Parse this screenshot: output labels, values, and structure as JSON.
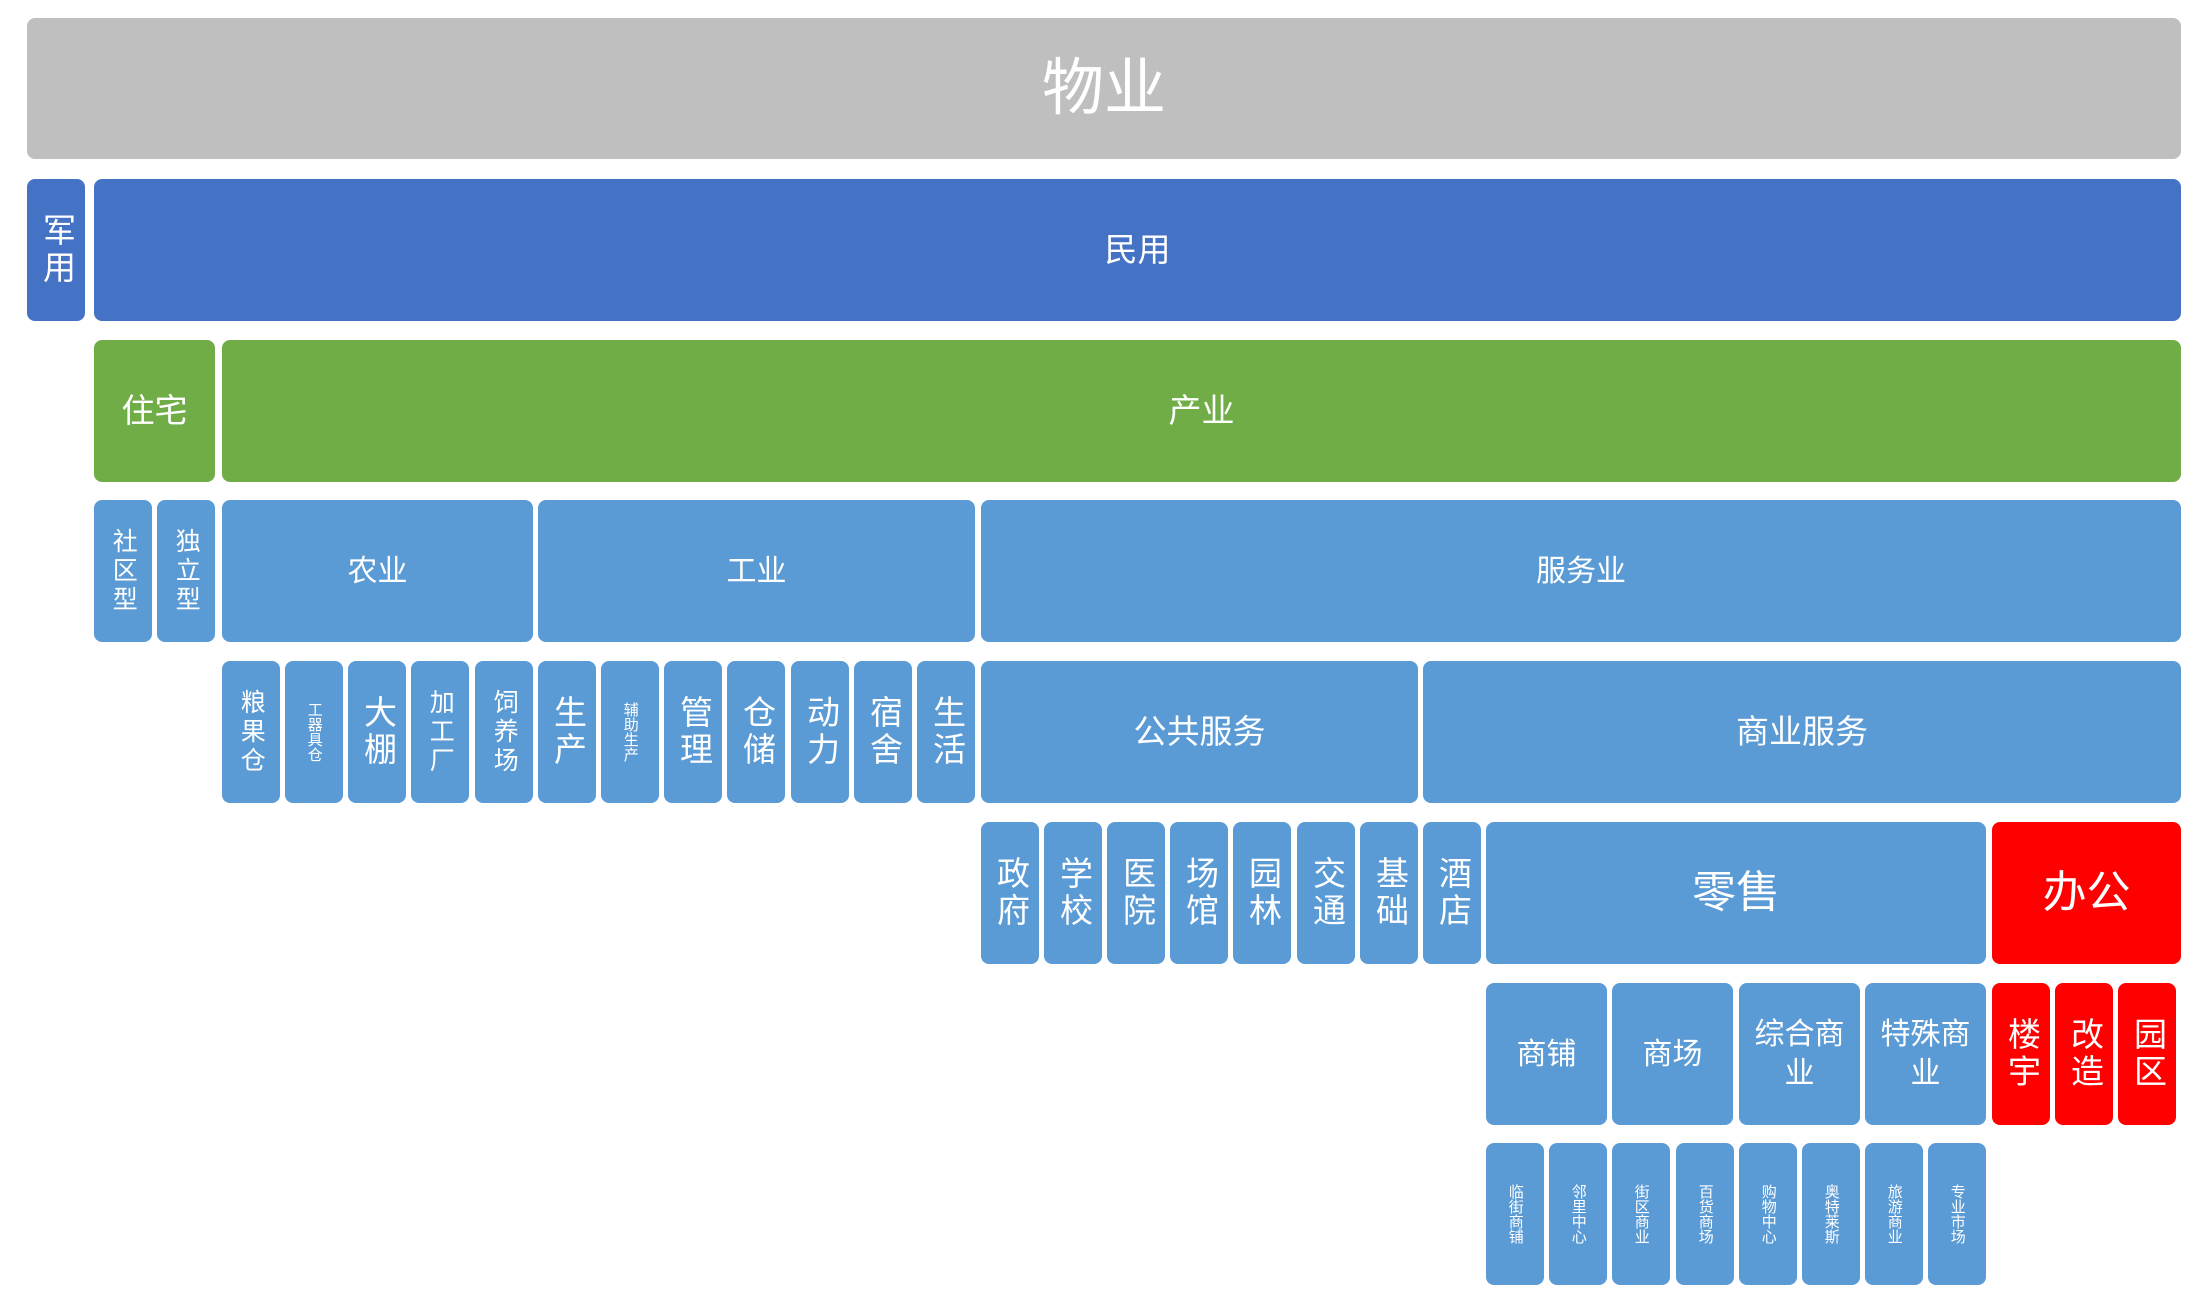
{
  "root": "物业",
  "level1": {
    "military": "军用",
    "civil": "民用"
  },
  "level2": {
    "residential": "住宅",
    "industry": "产业"
  },
  "residential_types": {
    "community": "社区型",
    "independent": "独立型"
  },
  "sectors": {
    "agriculture": "农业",
    "manufacturing": "工业",
    "services": "服务业"
  },
  "agriculture_items": [
    "粮果仓",
    "工器具仓",
    "大棚",
    "加工厂",
    "饲养场"
  ],
  "manufacturing_items": [
    "生产",
    "辅助生产",
    "管理",
    "仓储",
    "动力",
    "宿舍",
    "生活"
  ],
  "service_groups": {
    "public": "公共服务",
    "commercial": "商业服务"
  },
  "public_items": [
    "政府",
    "学校",
    "医院",
    "场馆",
    "园林",
    "交通",
    "基础",
    "酒店"
  ],
  "commercial_groups": {
    "retail": "零售",
    "office": "办公"
  },
  "retail_items": [
    "商铺",
    "商场",
    "综合商业",
    "特殊商业"
  ],
  "office_items": [
    "楼宇",
    "改造",
    "园区"
  ],
  "retail_subitems": [
    "临街商铺",
    "邻里中心",
    "街区商业",
    "百货商场",
    "购物中心",
    "奥特莱斯",
    "旅游商业",
    "专业市场"
  ],
  "colors": {
    "root": "#bfbfbf",
    "level1": "#4472c4",
    "level2": "#70ad47",
    "nodes": "#5b9bd5",
    "office": "#ff0000"
  }
}
